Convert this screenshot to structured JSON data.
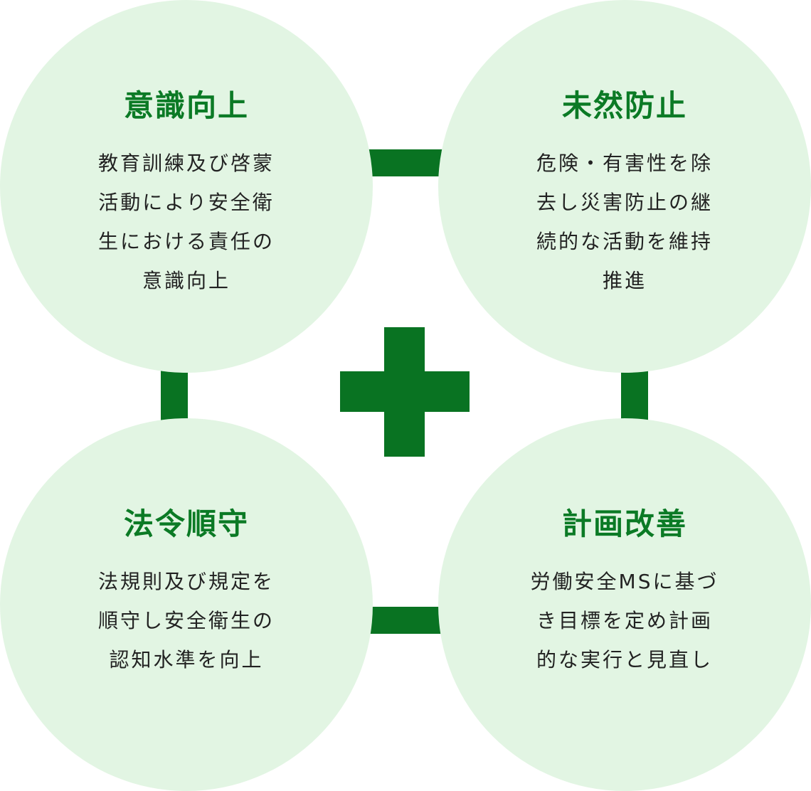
{
  "accent_color": "#097322",
  "title_color": "#0b7a25",
  "circle_color": "#e2f5e3",
  "center_symbol": "plus-icon",
  "items": [
    {
      "title": "意識向上",
      "description": "教育訓練及び啓蒙\n活動により安全衛\n生における責任の\n意識向上"
    },
    {
      "title": "未然防止",
      "description": "危険・有害性を除\n去し災害防止の継\n続的な活動を維持\n推進"
    },
    {
      "title": "法令順守",
      "description": "法規則及び規定を\n順守し安全衛生の\n認知水準を向上"
    },
    {
      "title": "計画改善",
      "description": "労働安全MSに基づ\nき目標を定め計画\n的な実行と見直し"
    }
  ]
}
